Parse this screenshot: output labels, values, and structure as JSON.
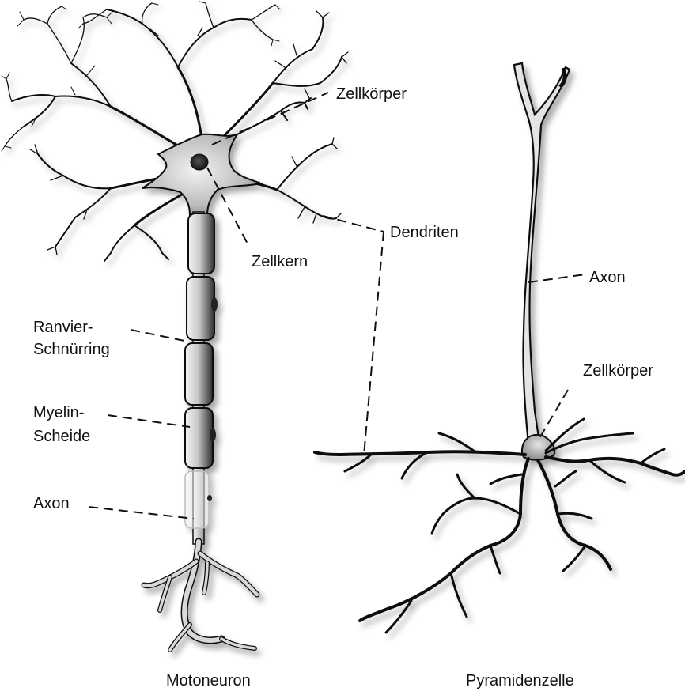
{
  "colors": {
    "stroke": "#111111",
    "cell_fill": "#8a8a8a",
    "myelin_light": "#ececec",
    "myelin_dark": "#3a3a3a",
    "nucleus": "#151515"
  },
  "motoneuron": {
    "caption": "Motoneuron",
    "labels": {
      "cell_body": "Zellkörper",
      "nucleus": "Zellkern",
      "ranvier_1": "Ranvier-",
      "ranvier_2": "Schnürring",
      "myelin_1": "Myelin-",
      "myelin_2": "Scheide",
      "axon": "Axon"
    }
  },
  "shared": {
    "dendrites": "Dendriten"
  },
  "pyramidal": {
    "caption": "Pyramidenzelle",
    "labels": {
      "axon": "Axon",
      "cell_body": "Zellkörper"
    }
  }
}
